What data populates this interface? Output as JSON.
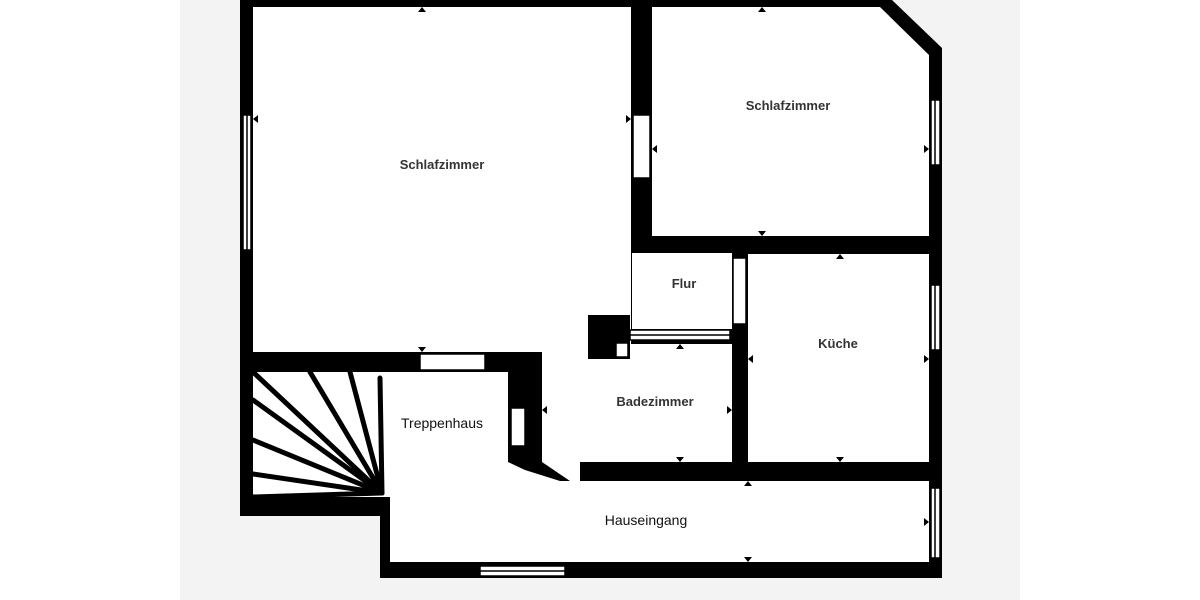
{
  "floorplan": {
    "rooms": [
      {
        "id": "bedroom-large",
        "label": "Schlafzimmer"
      },
      {
        "id": "bedroom-small",
        "label": "Schlafzimmer"
      },
      {
        "id": "hallway",
        "label": "Flur"
      },
      {
        "id": "kitchen",
        "label": "Küche"
      },
      {
        "id": "bathroom",
        "label": "Badezimmer"
      },
      {
        "id": "stairwell",
        "label": "Treppenhaus"
      },
      {
        "id": "entrance",
        "label": "Hauseingang"
      }
    ],
    "colors": {
      "wall": "#000000",
      "floor": "#ffffff",
      "background": "#f3f3f3",
      "label": "#333333"
    }
  }
}
